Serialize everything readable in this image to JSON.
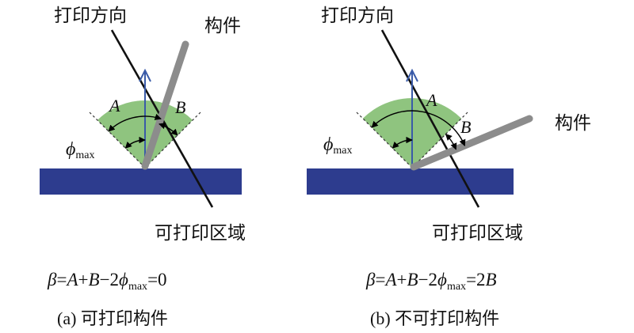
{
  "colors": {
    "sector": "#8fc47f",
    "substrate": "#2d3c8e",
    "component": "#8c8c8c",
    "direction_arrow": "#3a5ba8",
    "line": "#111111"
  },
  "panel_a": {
    "print_direction": "打印方向",
    "component": "构件",
    "printable_region": "可打印区域",
    "angle_a": "A",
    "angle_b": "B",
    "phi": "ϕ",
    "phi_sub": "max",
    "formula": {
      "beta": "β",
      "eq": "=",
      "a": "A",
      "plus": "+",
      "b": "B",
      "minus": "−2",
      "phi": "ϕ",
      "sub": "max",
      "result": "=0"
    },
    "caption": "(a) 可打印构件"
  },
  "panel_b": {
    "print_direction": "打印方向",
    "component": "构件",
    "printable_region": "可打印区域",
    "angle_a": "A",
    "angle_b": "B",
    "phi": "ϕ",
    "phi_sub": "max",
    "formula": {
      "beta": "β",
      "eq": "=",
      "a": "A",
      "plus": "+",
      "b": "B",
      "minus": "−2",
      "phi": "ϕ",
      "sub": "max",
      "result": "=2",
      "result_var": "B"
    },
    "caption": "(b) 不可打印构件"
  }
}
